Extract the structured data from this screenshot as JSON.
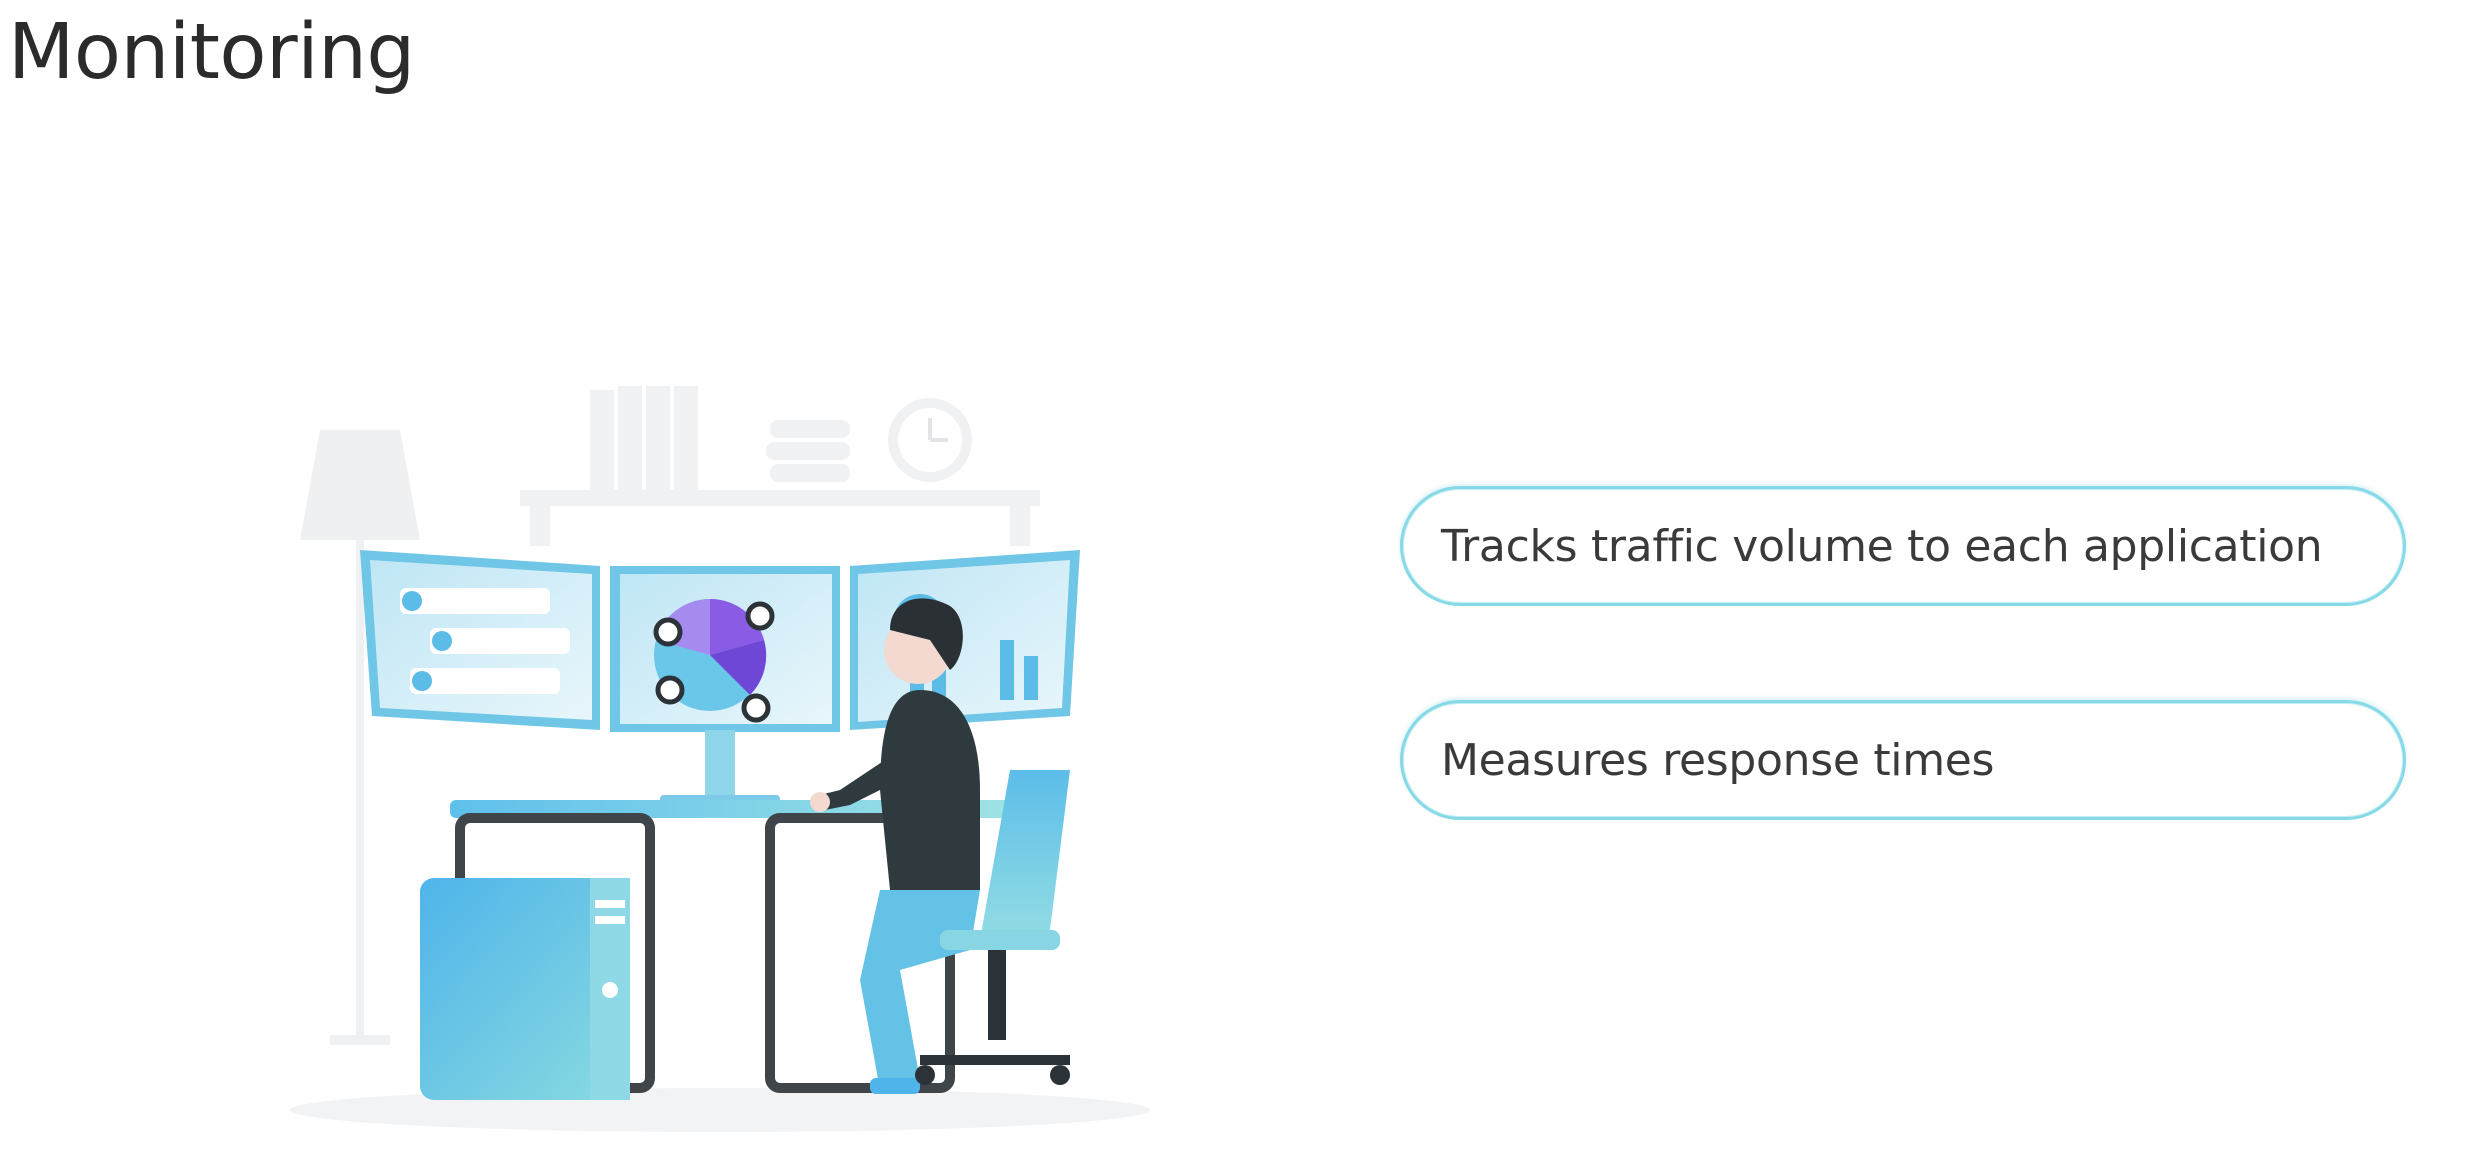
{
  "title": "Monitoring",
  "bullets": [
    {
      "label": "Tracks traffic volume to each application"
    },
    {
      "label": "Measures response times"
    }
  ],
  "colors": {
    "pill_border": "#86d9e6",
    "accent_blue": "#5bbce8",
    "accent_teal": "#7fd6df",
    "accent_purple": "#8a5ce6",
    "text": "#2b2b2b"
  }
}
